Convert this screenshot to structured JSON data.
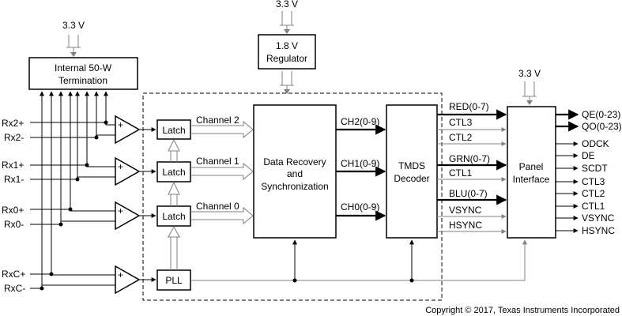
{
  "supply": {
    "termination_voltage": "3.3 V",
    "regulator_voltage": "3.3 V",
    "panel_voltage": "3.3 V"
  },
  "blocks": {
    "termination_line1": "Internal 50-W",
    "termination_line2": "Termination",
    "regulator_line1": "1.8 V",
    "regulator_line2": "Regulator",
    "latch": "Latch",
    "pll": "PLL",
    "data_recovery_line1": "Data Recovery",
    "data_recovery_line2": "and",
    "data_recovery_line3": "Synchronization",
    "tmds_line1": "TMDS",
    "tmds_line2": "Decoder",
    "panel_line1": "Panel",
    "panel_line2": "Interface"
  },
  "inputs": [
    "Rx2+",
    "Rx2-",
    "Rx1+",
    "Rx1-",
    "Rx0+",
    "Rx0-",
    "RxC+",
    "RxC-"
  ],
  "channels": [
    "Channel 2",
    "Channel 1",
    "Channel 0"
  ],
  "recovered": [
    "CH2(0-9)",
    "CH1(0-9)",
    "CH0(0-9)"
  ],
  "decoder_outputs": [
    "RED(0-7)",
    "CTL3",
    "CTL2",
    "GRN(0-7)",
    "CTL1",
    "BLU(0-7)",
    "VSYNC",
    "HSYNC"
  ],
  "panel_outputs": [
    "QE(0-23)",
    "QO(0-23)",
    "ODCK",
    "DE",
    "SCDT",
    "CTL3",
    "CTL2",
    "CTL1",
    "VSYNC",
    "HSYNC"
  ],
  "amp_symbol": "+",
  "copyright": "Copyright © 2017, Texas Instruments Incorporated"
}
